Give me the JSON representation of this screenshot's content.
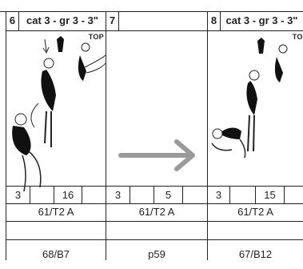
{
  "columns": [
    {
      "number": "6",
      "title": "cat 3 - gr 3 - 3\"",
      "view_label": "TOP",
      "values": [
        "3",
        "",
        "16",
        ""
      ],
      "row1": "61/T2 A",
      "row2": "",
      "row3": "68/B7"
    },
    {
      "number": "7",
      "title": "",
      "view_label": "",
      "values": [
        "3",
        "",
        "5",
        ""
      ],
      "row1": "61/T2 A",
      "row2": "",
      "row3": "p59"
    },
    {
      "number": "8",
      "title": "cat 3 - gr 3 - 3\"",
      "view_label": "TOP",
      "values": [
        "3",
        "",
        "15",
        ""
      ],
      "row1": "61/T2 A",
      "row2": "",
      "row3": "67/B12"
    }
  ],
  "arrow_color": "#9a9a9a"
}
